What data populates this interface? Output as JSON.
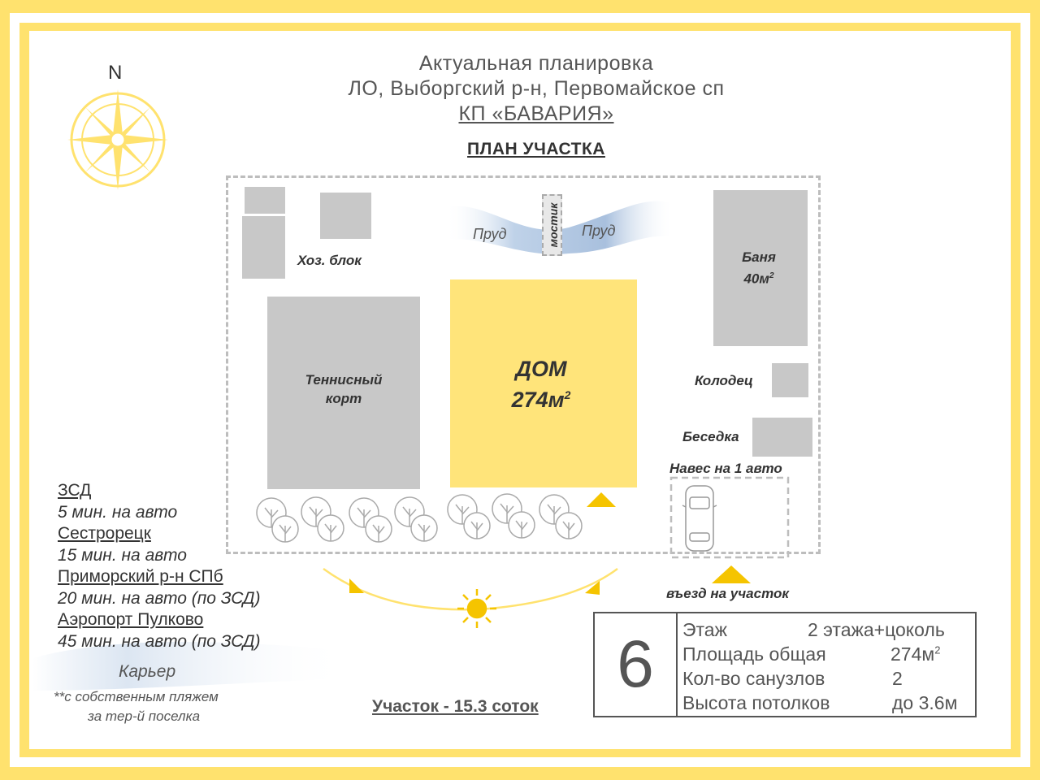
{
  "header": {
    "line1": "Актуальная планировка",
    "line2": "ЛО, Выборгский р-н, Первомайское сп",
    "line3": "КП «БАВАРИЯ»",
    "subtitle": "ПЛАН УЧАСТКА"
  },
  "compass": {
    "north": "N"
  },
  "plan": {
    "utility_block": "Хоз. блок",
    "pond_left": "Пруд",
    "pond_right": "Пруд",
    "bridge": "мостик",
    "bath_name": "Баня",
    "bath_area": "40м",
    "tennis_line1": "Теннисный",
    "tennis_line2": "корт",
    "house_name": "ДОМ",
    "house_area": "274м",
    "well": "Колодец",
    "gazebo": "Беседка",
    "carport": "Навес на 1 авто",
    "entrance": "въезд на участок",
    "plot_size": "Участок - 15.3 соток"
  },
  "locations": [
    {
      "name": "ЗСД",
      "time": "5 мин. на авто"
    },
    {
      "name": "Сестрорецк",
      "time": "15 мин. на авто"
    },
    {
      "name": "Приморский р-н СПб",
      "time": "20 мин. на авто (по ЗСД)"
    },
    {
      "name": "Аэропорт Пулково",
      "time": "45 мин. на авто (по ЗСД)"
    }
  ],
  "quarry": {
    "label": "Карьер",
    "note1": "**с собственным пляжем",
    "note2": "за тер-й поселка"
  },
  "stats": {
    "number": "6",
    "rows": [
      {
        "label": "Этаж",
        "value": "2 этажа+цоколь"
      },
      {
        "label": "Площадь общая",
        "value": "274м"
      },
      {
        "label": "Кол-во санузлов",
        "value": "2"
      },
      {
        "label": "Высота потолков",
        "value": "до 3.6м"
      }
    ]
  },
  "colors": {
    "accent": "#FFE26E",
    "house": "#FFE47A",
    "building": "#C8C8C8",
    "arrow": "#F5C400",
    "text": "#555555"
  }
}
